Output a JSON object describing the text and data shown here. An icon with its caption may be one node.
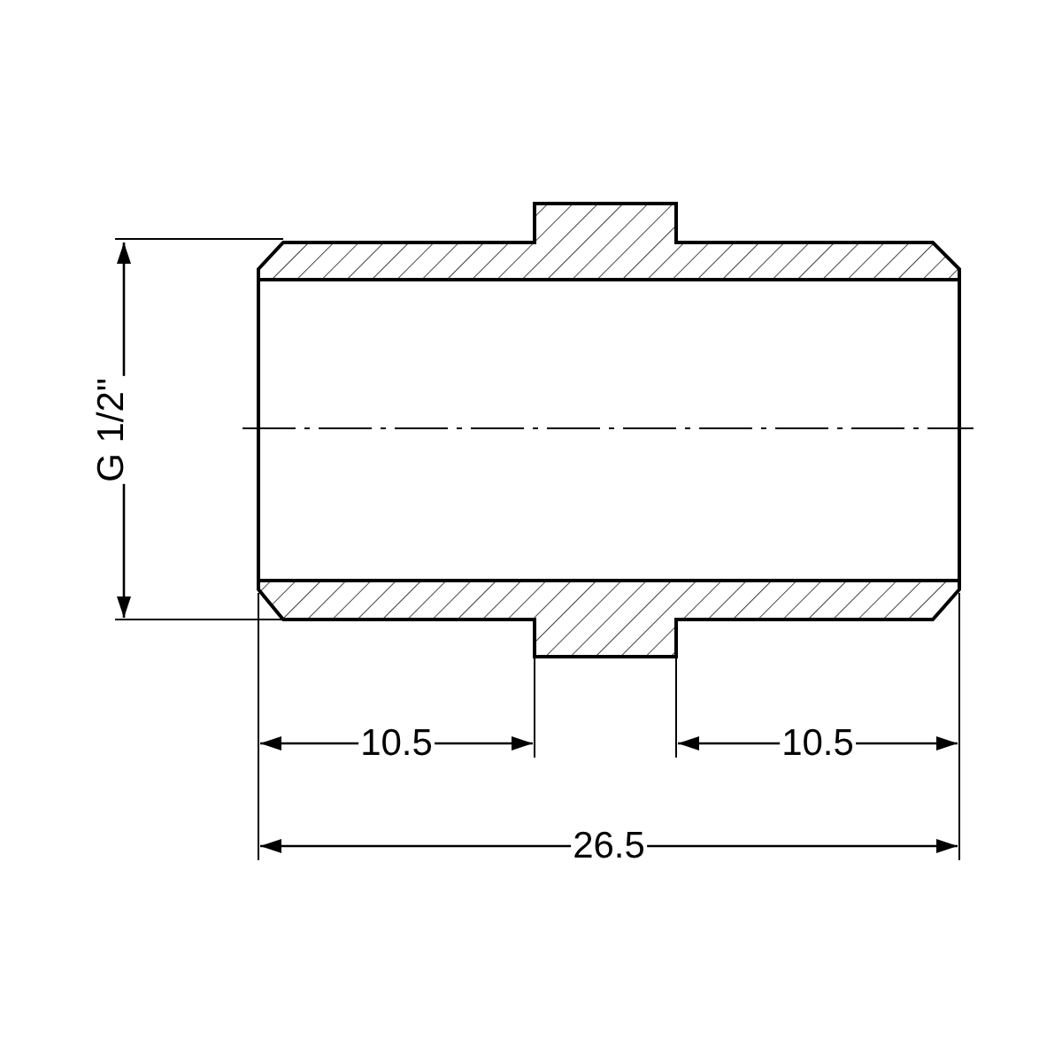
{
  "diagram": {
    "labels": [
      "G 1/2\"",
      "10.5",
      "10.5",
      "26.5"
    ]
  }
}
